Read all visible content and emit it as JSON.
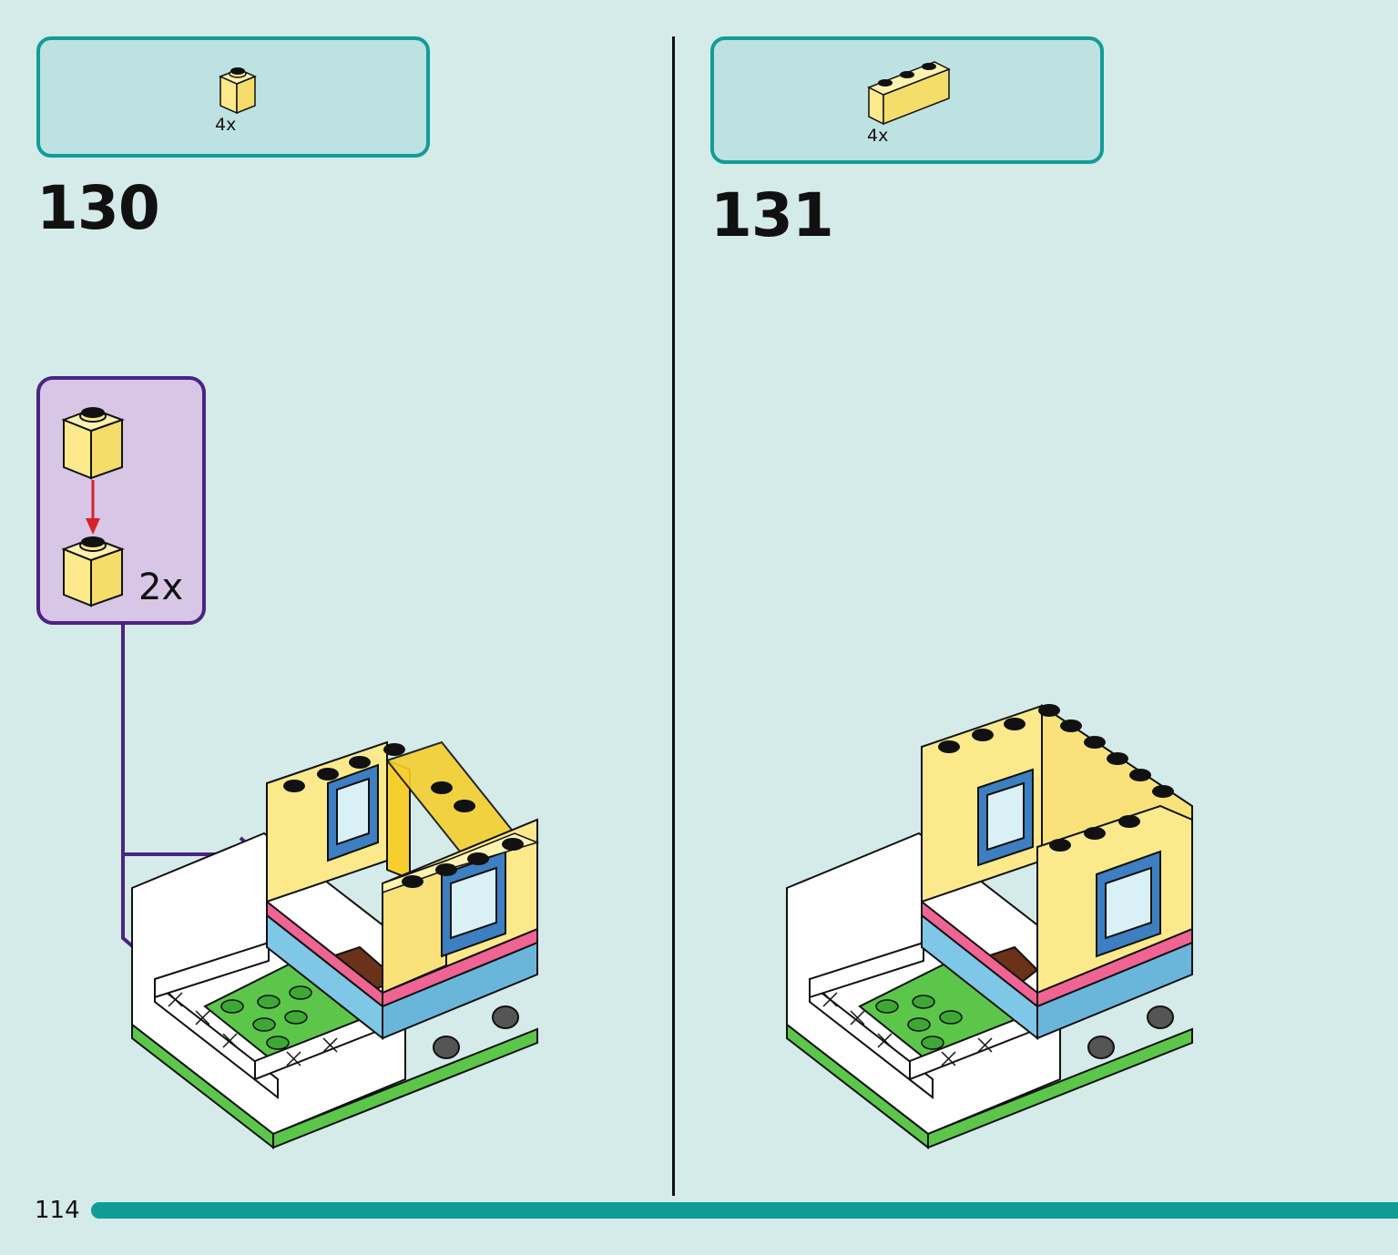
{
  "steps": [
    {
      "number": "130",
      "parts": [
        {
          "icon": "yellow-brick-1x1-icon",
          "quantity": "4x"
        }
      ],
      "callout": {
        "quantity": "2x",
        "icon": "stack-two-yellow-bricks-icon"
      }
    },
    {
      "number": "131",
      "parts": [
        {
          "icon": "yellow-brick-1x3-icon",
          "quantity": "4x"
        }
      ]
    }
  ],
  "page": {
    "number": "114",
    "progress": 1.0
  },
  "colors": {
    "page_background": "#d4ebe9",
    "parts_box": "#bee2e1",
    "parts_box_border": "#129c98",
    "callout_background": "#d7c6e6",
    "callout_border": "#4b2384",
    "brick_yellow": "#fbe98c",
    "brick_blue": "#3d7fc0",
    "baseplate_green": "#5cc64a",
    "progress_bar": "#0e9c95",
    "arrow_red": "#d8222a"
  }
}
